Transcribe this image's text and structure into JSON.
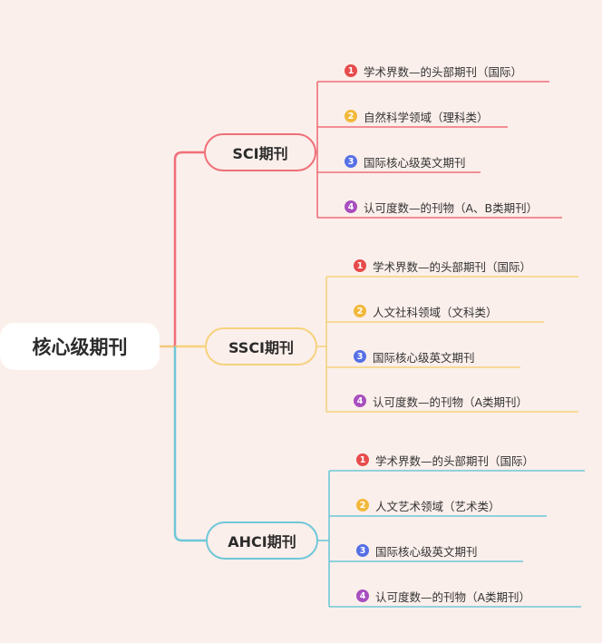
{
  "colors": {
    "background": "#fbefeb",
    "root_stem": "#f2c97d",
    "badges": [
      "#e74b4b",
      "#f2b83b",
      "#5670e6",
      "#a84fbf"
    ]
  },
  "root": {
    "label": "核心级期刊"
  },
  "branches": [
    {
      "label": "SCI期刊",
      "color": "#ef6f79",
      "items": [
        {
          "num": "1",
          "text": "学术界数—的头部期刊（国际）"
        },
        {
          "num": "2",
          "text": "自然科学领域（理科类）"
        },
        {
          "num": "3",
          "text": "国际核心级英文期刊"
        },
        {
          "num": "4",
          "text": "认可度数—的刊物（A、B类期刊）"
        }
      ]
    },
    {
      "label": "SSCI期刊",
      "color": "#f6d27d",
      "items": [
        {
          "num": "1",
          "text": "学术界数—的头部期刊（国际）"
        },
        {
          "num": "2",
          "text": "人文社科领域（文科类）"
        },
        {
          "num": "3",
          "text": "国际核心级英文期刊"
        },
        {
          "num": "4",
          "text": "认可度数—的刊物（A类期刊）"
        }
      ]
    },
    {
      "label": "AHCI期刊",
      "color": "#6fc7d8",
      "items": [
        {
          "num": "1",
          "text": "学术界数—的头部期刊（国际）"
        },
        {
          "num": "2",
          "text": "人文艺术领域（艺术类）"
        },
        {
          "num": "3",
          "text": "国际核心级英文期刊"
        },
        {
          "num": "4",
          "text": "认可度数—的刊物（A类期刊）"
        }
      ]
    }
  ]
}
